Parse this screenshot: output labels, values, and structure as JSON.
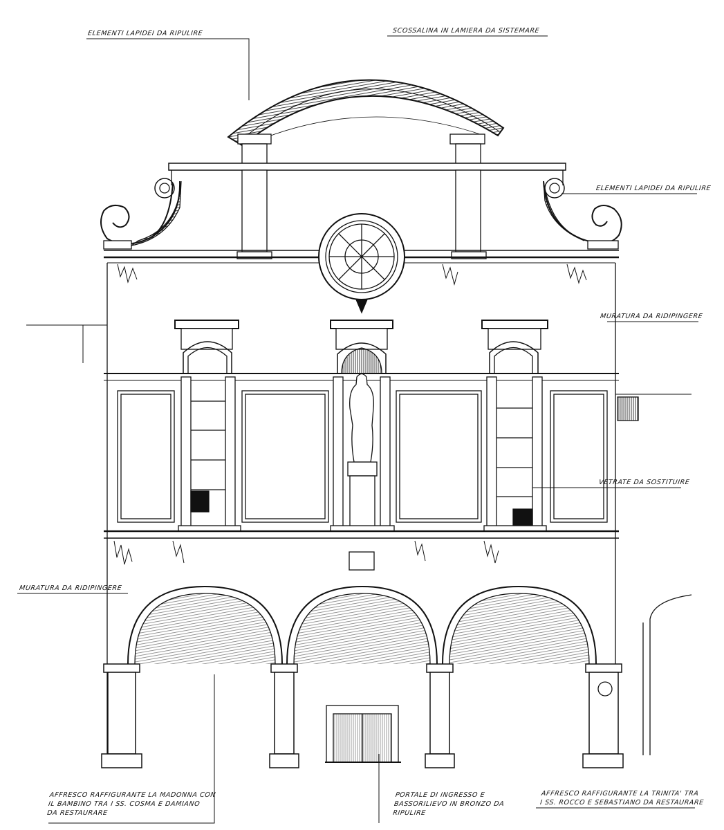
{
  "annotations": {
    "top_left": "ELEMENTI LAPIDEI DA RIPULIRE",
    "top_center": "SCOSSALINA IN LAMIERA DA SISTEMARE",
    "right_scroll": "ELEMENTI LAPIDEI DA RIPULIRE",
    "right_masonry": "MURATURA DA RIDIPINGERE",
    "right_windows": "VETRATE DA SOSTITUIRE",
    "left_masonry": "MURATURA DA RIDIPINGERE",
    "bottom_left": "AFFRESCO RAFFIGURANTE LA MADONNA CON\nIL BAMBINO TRA I SS. COSMA E DAMIANO\nDA RESTAURARE",
    "bottom_center": "PORTALE DI INGRESSO E\nBASSORILIEVO IN BRONZO DA\nRIPULIRE",
    "bottom_right": "AFFRESCO RAFFIGURANTE LA TRINITA' TRA\nI SS. ROCCO E SEBASTIANO DA RESTAURARE"
  },
  "colors": {
    "ink": "#111111",
    "paper": "#ffffff",
    "shade": "#1a1a1a"
  }
}
